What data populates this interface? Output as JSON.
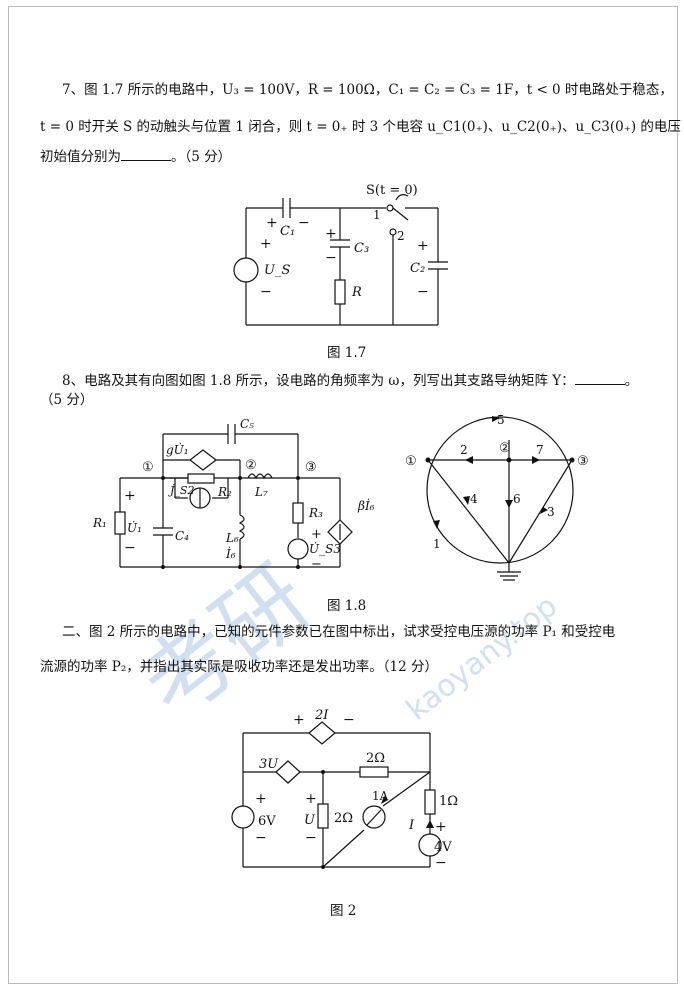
{
  "q7": {
    "line1": "7、图 1.7 所示的电路中，U₃ = 100V，R = 100Ω，C₁ = C₂ = C₃ = 1F，t < 0 时电路处于稳态，",
    "line2": "t = 0 时开关 S 的动触头与位置 1 闭合，则 t = 0₊ 时 3 个电容 u_C1(0₊)、u_C2(0₊)、u_C3(0₊) 的电压",
    "line3_pre": "初始值分别为",
    "line3_post": "。（5 分）",
    "figure_caption": "图 1.7",
    "labels": {
      "switch": "S(t = 0)",
      "pos1": "1",
      "pos2": "2",
      "c1": "C₁",
      "c2": "C₂",
      "c3": "C₃",
      "r": "R",
      "us": "U_S",
      "plus": "+",
      "minus": "−"
    }
  },
  "q8": {
    "line1": "8、电路及其有向图如图 1.8 所示，设电路的角频率为 ω，列写出其支路导纳矩阵 Y：",
    "line1_post": "。",
    "line2": "（5 分）",
    "figure_caption": "图 1.8",
    "labels": {
      "c5": "C₅",
      "gU1": "gU̇₁",
      "n1": "①",
      "n2": "②",
      "n3": "③",
      "js2": "J̇_S2",
      "r2": "R₂",
      "l7": "L₇",
      "betaI6": "βİ₆",
      "r1": "R₁",
      "u1": "U̇₁",
      "c4": "C₄",
      "l6": "L₆",
      "i6": "İ₆",
      "r3": "R₃",
      "us3": "U̇_S3",
      "plus": "+",
      "minus": "−"
    },
    "graph": {
      "nodes": [
        "①",
        "②",
        "③"
      ],
      "branches": [
        "1",
        "2",
        "3",
        "4",
        "5",
        "6",
        "7"
      ]
    }
  },
  "q2": {
    "line1": "二、图 2 所示的电路中，已知的元件参数已在图中标出，试求受控电压源的功率 P₁ 和受控电",
    "line2": "流源的功率 P₂，并指出其实际是吸收功率还是发出功率。（12 分）",
    "figure_caption": "图 2",
    "labels": {
      "vcvs": "2I",
      "cccs": "3U",
      "r_top": "2Ω",
      "v6": "6V",
      "u": "U",
      "r_mid": "2Ω",
      "i1a": "1A",
      "r1": "1Ω",
      "i": "I",
      "v4": "4V",
      "plus": "+",
      "minus": "−"
    }
  },
  "watermark": {
    "chars": "考研",
    "url": "kaoyany.top"
  }
}
